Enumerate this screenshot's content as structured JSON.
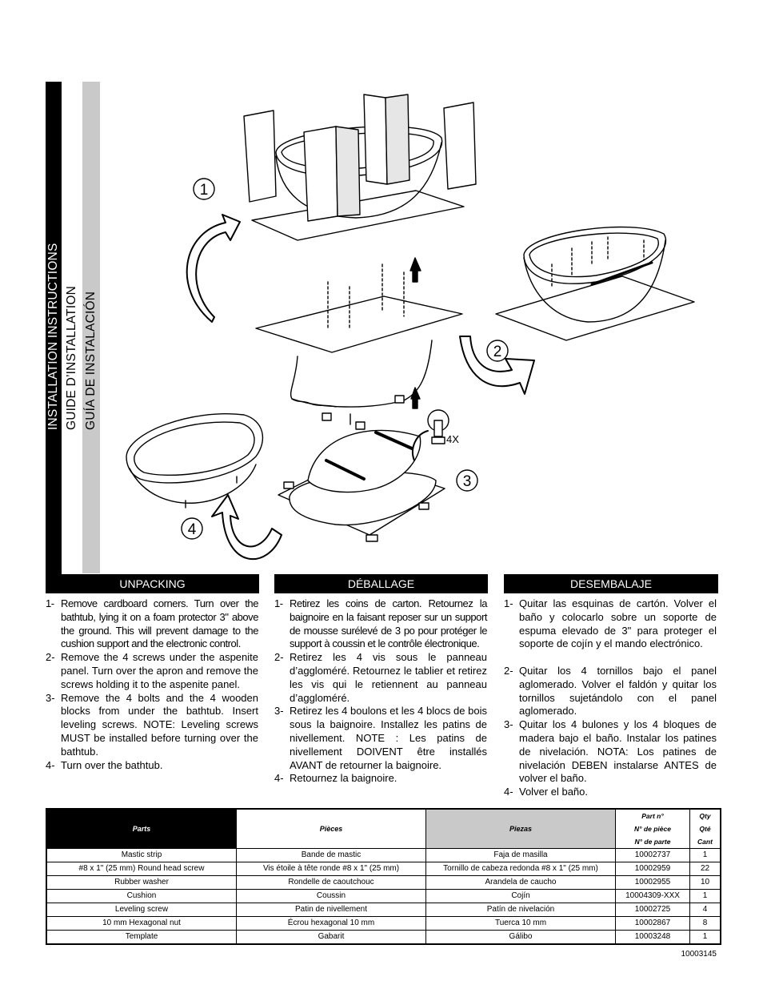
{
  "titles": {
    "en": "INSTALLATION INSTRUCTIONS",
    "fr": "GUIDE D’INSTALLATION",
    "es": "GUÍA DE INSTALACIÓN"
  },
  "illustration": {
    "step_markers": [
      "1",
      "2",
      "3",
      "4"
    ],
    "quantity_callout": "4X"
  },
  "sections": {
    "en": {
      "header": "UNPACKING",
      "steps": [
        {
          "num": "1-",
          "text": "Remove cardboard corners. Turn over the bathtub, lying it on a foam protector 3\" above the ground. This will prevent damage to the cushion support and the electronic control."
        },
        {
          "num": "2-",
          "text": "Remove the 4 screws under the aspenite panel. Turn over the apron and remove the screws holding it to the aspenite panel."
        },
        {
          "num": "3-",
          "text": "Remove the 4 bolts and the 4 wooden blocks from under the bathtub. Insert leveling screws. NOTE: Leveling screws MUST be installed before turning over the bathtub."
        },
        {
          "num": "4-",
          "text": "Turn over the bathtub."
        }
      ]
    },
    "fr": {
      "header": "DÉBALLAGE",
      "steps": [
        {
          "num": "1-",
          "text": "Retirez les coins de carton. Retournez la baignoire en la faisant reposer sur un support de mousse surélevé de 3 po pour protéger le support à coussin et le contrôle électronique."
        },
        {
          "num": "2-",
          "text": "Retirez les 4 vis sous le panneau d’aggloméré. Retournez le tablier et retirez les vis qui le retiennent au panneau d’aggloméré."
        },
        {
          "num": "3-",
          "text": "Retirez les 4 boulons et les 4 blocs de bois sous la baignoire. Installez les patins de nivellement. NOTE : Les patins de nivellement DOIVENT être installés AVANT de retourner la baignoire."
        },
        {
          "num": "4-",
          "text": "Retournez la baignoire."
        }
      ]
    },
    "es": {
      "header": "DESEMBALAJE",
      "steps": [
        {
          "num": "1-",
          "text": "Quitar las esquinas de cartón. Volver el baño y colocarlo sobre un soporte de espuma elevado de 3\" para proteger el soporte de cojín y el mando electrónico."
        },
        {
          "num": "2-",
          "text": "Quitar los 4 tornillos bajo el panel aglomerado. Volver el faldón y quitar los tornillos sujetándolo con el panel aglomerado."
        },
        {
          "num": "3-",
          "text": "Quitar los 4 bulones y los 4 bloques de madera bajo el baño. Instalar los patines de nivelación. NOTA: Los patines de nivelación DEBEN instalarse ANTES de volver el baño."
        },
        {
          "num": "4-",
          "text": "Volver el baño."
        }
      ]
    }
  },
  "parts_table": {
    "headers": {
      "en": "Parts",
      "fr": "Pièces",
      "es": "Piezas",
      "part_no": [
        "Part n°",
        "N° de pièce",
        "N° de parte"
      ],
      "qty": [
        "Qty",
        "Qté",
        "Cant"
      ]
    },
    "rows": [
      {
        "en": "Mastic strip",
        "fr": "Bande de mastic",
        "es": "Faja de masilla",
        "part_no": "10002737",
        "qty": "1"
      },
      {
        "en": "#8 x 1\" (25 mm) Round head screw",
        "fr": "Vis étoile à tête ronde #8 x 1\" (25 mm)",
        "es": "Tornillo de cabeza redonda #8 x 1\" (25 mm)",
        "part_no": "10002959",
        "qty": "22"
      },
      {
        "en": "Rubber washer",
        "fr": "Rondelle de caoutchouc",
        "es": "Arandela de caucho",
        "part_no": "10002955",
        "qty": "10"
      },
      {
        "en": "Cushion",
        "fr": "Coussin",
        "es": "Cojín",
        "part_no": "10004309-XXX",
        "qty": "1"
      },
      {
        "en": "Leveling screw",
        "fr": "Patin de nivellement",
        "es": "Patín de nivelación",
        "part_no": "10002725",
        "qty": "4"
      },
      {
        "en": "10 mm Hexagonal nut",
        "fr": "Écrou hexagonal 10 mm",
        "es": "Tuerca 10 mm",
        "part_no": "10002867",
        "qty": "8"
      },
      {
        "en": "Template",
        "fr": "Gabarit",
        "es": "Gálibo",
        "part_no": "10003248",
        "qty": "1"
      }
    ]
  },
  "document_number": "10003145"
}
